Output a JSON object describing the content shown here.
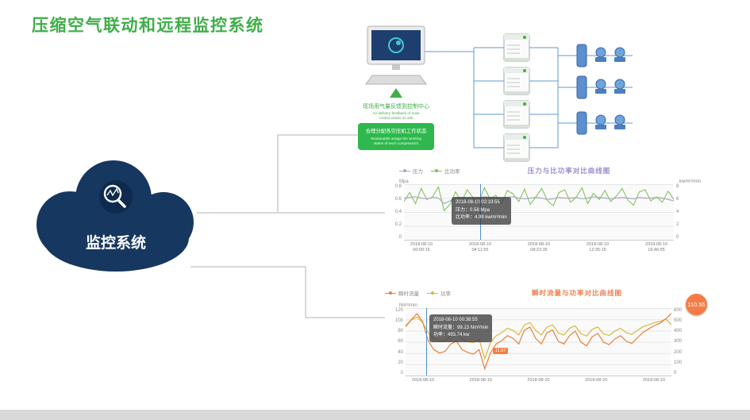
{
  "page": {
    "title": "压缩空气联动和远程监控系统"
  },
  "cloud": {
    "label": "监控系统"
  },
  "diagram": {
    "feedback_cn": "现场用气量反馈到控制中心",
    "feedback_en1": "Air delivery feedback of main",
    "feedback_en2": "control center on site",
    "assign_cn": "合理分配各空压机工作状态",
    "assign_en1": "Reasonable assign the working",
    "assign_en2": "states of each compressors"
  },
  "chart_data": [
    {
      "type": "line",
      "title": "压力与比功率对比曲线图",
      "title_color": "#9b8bd0",
      "legend": [
        {
          "label": "压力",
          "color": "#a9a9c6"
        },
        {
          "label": "比功率",
          "color": "#7cbf4d"
        }
      ],
      "y_left_label": "Mpa",
      "y_right_label": "kw/m³/min",
      "y_left_ticks": [
        "0.8",
        "0.6",
        "0.4",
        "0.2",
        "0"
      ],
      "y_right_ticks": [
        "8",
        "6",
        "4",
        "2",
        "0"
      ],
      "ylim_left": [
        0,
        0.8
      ],
      "ylim_right": [
        0,
        8
      ],
      "x_labels": [
        {
          "d": "2018-08-10",
          "t": "00:00:15"
        },
        {
          "d": "2018-08-10",
          "t": "04:11:55"
        },
        {
          "d": "2018-08-10",
          "t": "08:23:35"
        },
        {
          "d": "2018-08-10",
          "t": "12:35:15"
        },
        {
          "d": "2018-08-10",
          "t": "16:46:55"
        }
      ],
      "tooltip": {
        "line1": "2018-08-10 02:19:55",
        "line2": "压力：0.58 Mpa",
        "line3": "比功率：4.99 kw/m³/min"
      },
      "series": [
        {
          "name": "压力",
          "axis": "left",
          "color": "#a9a9c6",
          "values": [
            0.6,
            0.61,
            0.62,
            0.6,
            0.59,
            0.61,
            0.6,
            0.52,
            0.56,
            0.6,
            0.61,
            0.6,
            0.59,
            0.6,
            0.62,
            0.61,
            0.6,
            0.59,
            0.61,
            0.62,
            0.6,
            0.59,
            0.6,
            0.61,
            0.6,
            0.58,
            0.59,
            0.61,
            0.6,
            0.6,
            0.61,
            0.59,
            0.6,
            0.62,
            0.61,
            0.6,
            0.59,
            0.6,
            0.61,
            0.6,
            0.59,
            0.61,
            0.6,
            0.6,
            0.61,
            0.6,
            0.58,
            0.56
          ]
        },
        {
          "name": "比功率",
          "axis": "right",
          "color": "#7cbf4d",
          "values": [
            5.5,
            6.8,
            5.2,
            7.4,
            5.8,
            6.2,
            7.6,
            4.2,
            5.1,
            6.9,
            5.4,
            7.2,
            6.1,
            5.3,
            7.5,
            5.9,
            6.4,
            5.2,
            7.1,
            6.6,
            5.5,
            7.3,
            5.1,
            6.2,
            7.4,
            5.6,
            4.9,
            6.8,
            7.2,
            5.4,
            6.1,
            7.5,
            5.2,
            6.7,
            5.8,
            7.1,
            5.5,
            6.3,
            7.4,
            5.7,
            5.0,
            6.9,
            7.2,
            5.6,
            6.2,
            5.4,
            7.0,
            5.8
          ]
        }
      ]
    },
    {
      "type": "line",
      "title": "瞬时流量与功率对比曲线图",
      "title_color": "#f08050",
      "legend": [
        {
          "label": "瞬时流量",
          "color": "#e8803c"
        },
        {
          "label": "功率",
          "color": "#d8b93c"
        }
      ],
      "y_left_label": "Nm³/min",
      "y_left_ticks": [
        "120",
        "100",
        "80",
        "60",
        "40",
        "20",
        "0"
      ],
      "y_right_ticks": [
        "600",
        "500",
        "400",
        "300",
        "200",
        "100",
        "0"
      ],
      "ylim_left": [
        0,
        120
      ],
      "ylim_right": [
        0,
        600
      ],
      "x_labels": [
        "2018-08-10",
        "2018-08-10",
        "2018-08-10",
        "2018-08-10",
        "2018-08-10"
      ],
      "tooltip": {
        "line1": "2018-08-10 00:38:55",
        "line2": "瞬时流量：99.13 Nm³/min",
        "line3": "功率：493.74 kw"
      },
      "badge": "110.55",
      "badge_color": "#f57d45",
      "low_marker": "11.87",
      "series": [
        {
          "name": "瞬时流量",
          "axis": "left",
          "color": "#e8803c",
          "values": [
            88,
            99.13,
            110,
            96,
            62,
            46,
            40,
            43,
            56,
            61,
            46,
            41,
            38,
            46,
            11.87,
            40,
            56,
            62,
            71,
            66,
            56,
            81,
            86,
            66,
            56,
            76,
            81,
            61,
            56,
            71,
            79,
            59,
            53,
            69,
            75,
            59,
            55,
            65,
            71,
            61,
            57,
            67,
            77,
            83,
            89,
            93,
            101,
            110.55
          ]
        },
        {
          "name": "功率",
          "axis": "right",
          "color": "#d8b93c",
          "values": [
            432,
            493.74,
            520,
            472,
            381,
            322,
            300,
            312,
            352,
            381,
            322,
            301,
            292,
            322,
            150,
            291,
            352,
            381,
            421,
            401,
            361,
            451,
            471,
            401,
            361,
            431,
            451,
            381,
            361,
            421,
            441,
            371,
            351,
            411,
            431,
            371,
            356,
            396,
            421,
            381,
            366,
            401,
            436,
            451,
            471,
            481,
            501,
            452
          ]
        }
      ]
    }
  ]
}
